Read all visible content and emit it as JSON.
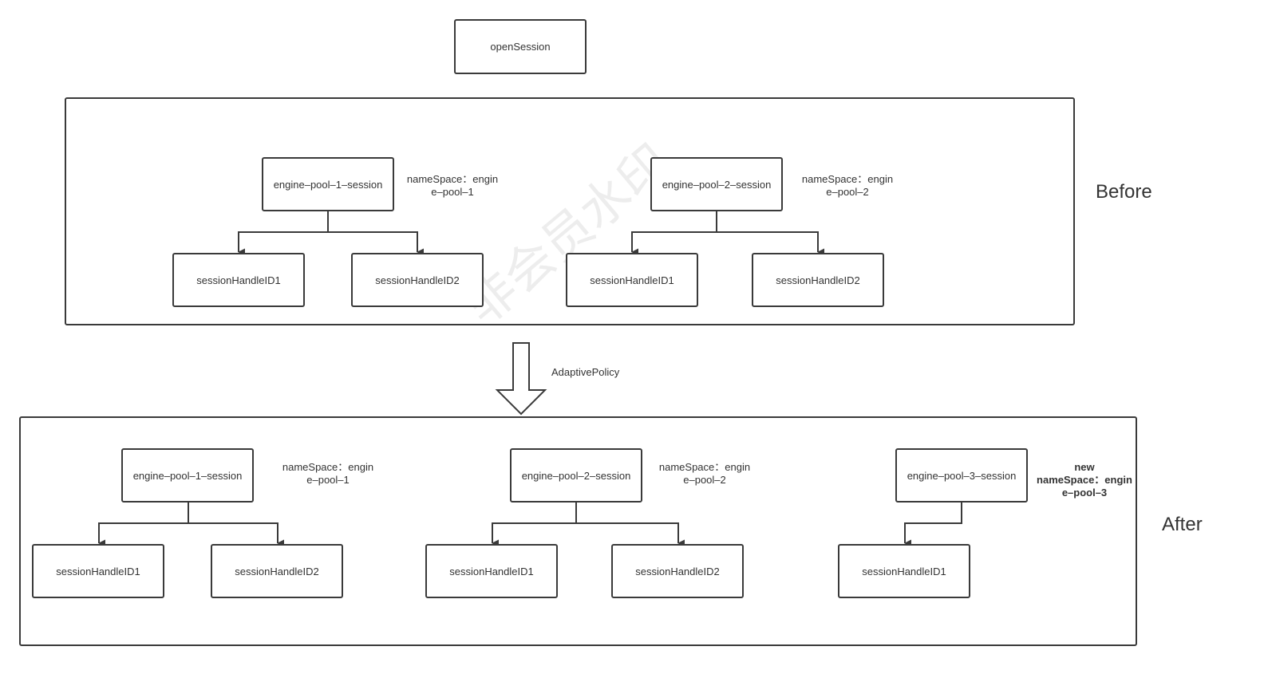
{
  "root": {
    "label": "openSession"
  },
  "transition": {
    "label": "AdaptivePolicy"
  },
  "watermark": "非会员水印",
  "before": {
    "label": "Before",
    "pools": [
      {
        "session": "engine–pool–1–session",
        "ns_line1": "nameSpace：engin",
        "ns_line2": "e–pool–1",
        "handles": [
          "sessionHandleID1",
          "sessionHandleID2"
        ]
      },
      {
        "session": "engine–pool–2–session",
        "ns_line1": "nameSpace：engin",
        "ns_line2": "e–pool–2",
        "handles": [
          "sessionHandleID1",
          "sessionHandleID2"
        ]
      }
    ]
  },
  "after": {
    "label": "After",
    "pools": [
      {
        "session": "engine–pool–1–session",
        "ns_line1": "nameSpace：engin",
        "ns_line2": "e–pool–1",
        "handles": [
          "sessionHandleID1",
          "sessionHandleID2"
        ]
      },
      {
        "session": "engine–pool–2–session",
        "ns_line1": "nameSpace：engin",
        "ns_line2": "e–pool–2",
        "handles": [
          "sessionHandleID1",
          "sessionHandleID2"
        ]
      },
      {
        "session": "engine–pool–3–session",
        "ns_line0": "new",
        "ns_line1": "nameSpace：engin",
        "ns_line2": "e–pool–3",
        "handles": [
          "sessionHandleID1"
        ]
      }
    ]
  }
}
